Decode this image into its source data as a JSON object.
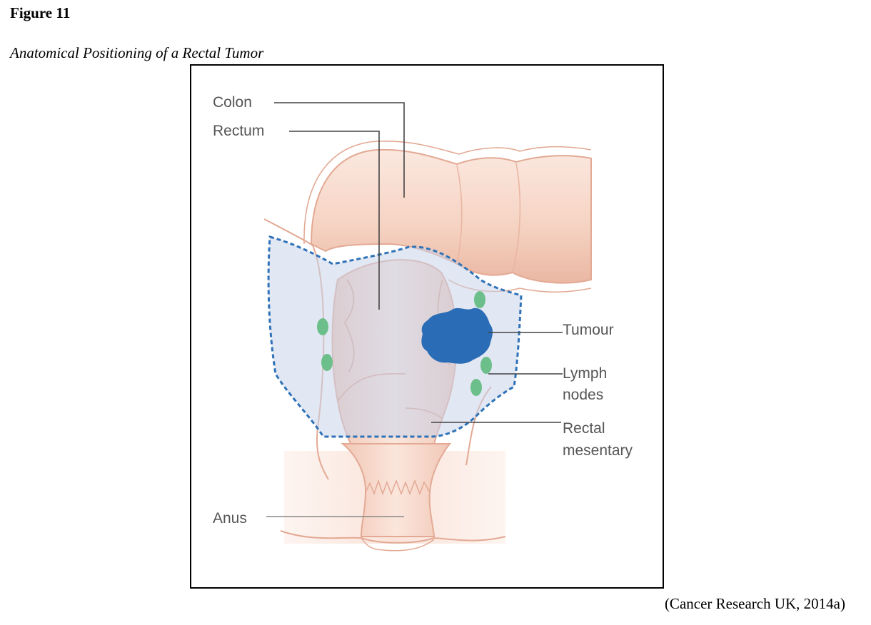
{
  "figure": {
    "number": "Figure 11",
    "title": "Anatomical Positioning of a Rectal Tumor",
    "citation": "(Cancer Research UK, 2014a)"
  },
  "diagram": {
    "labels": {
      "colon": "Colon",
      "rectum": "Rectum",
      "tumour": "Tumour",
      "lymph_line1": "Lymph",
      "lymph_line2": "nodes",
      "mesentary_line1": "Rectal",
      "mesentary_line2": "mesentary",
      "anus": "Anus"
    },
    "colors": {
      "tissue": "#f6d9cc",
      "tissue_outline": "#e3a994",
      "mesentary_fill": "#dde3ef",
      "mesentary_border": "#2f72b8",
      "tumour": "#2b6cb6",
      "lymph_node": "#6cbf8a",
      "leader_line": "#444444"
    }
  }
}
